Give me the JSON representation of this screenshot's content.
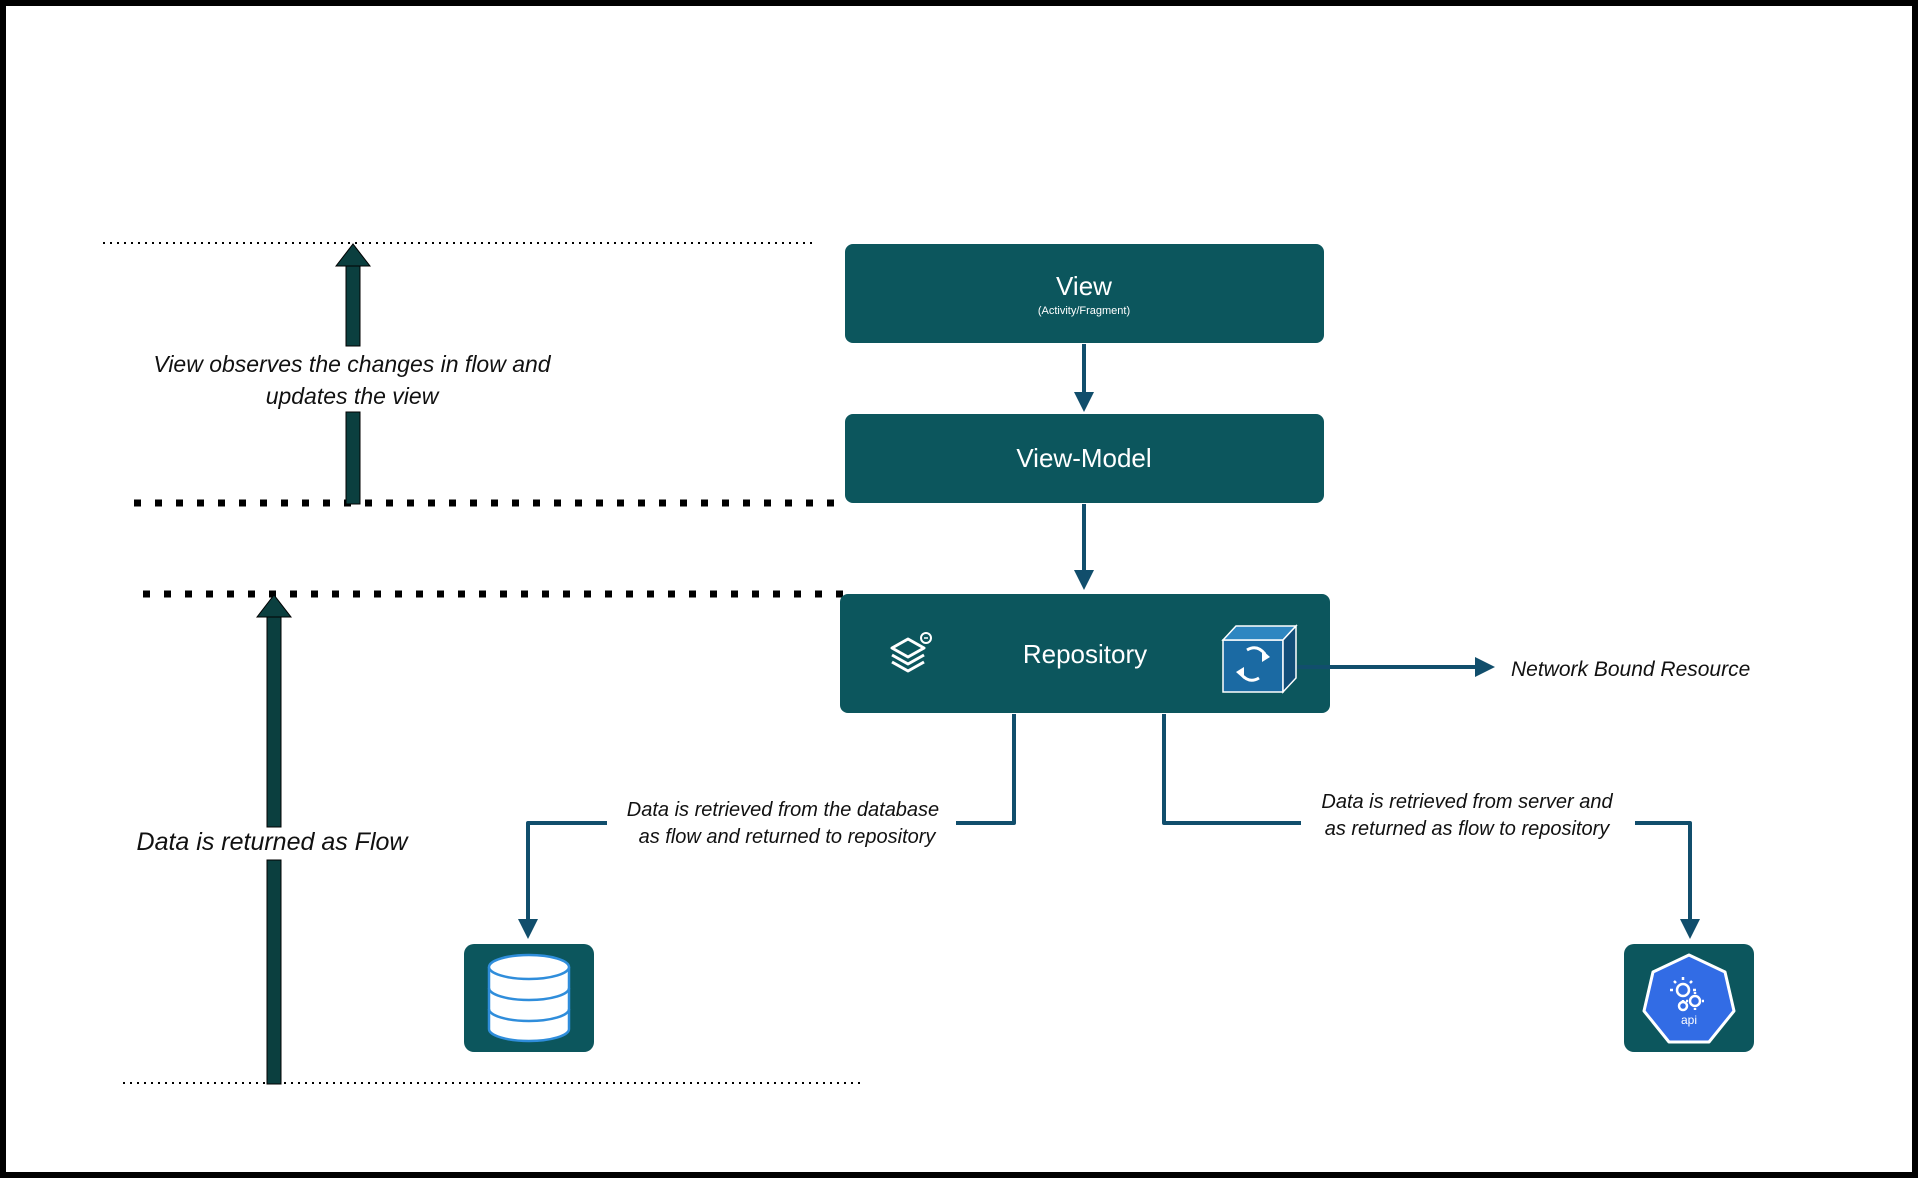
{
  "colors": {
    "box_fill": "#0c565d",
    "flow_arrow": "#0b4a4a",
    "connector": "#114e6c",
    "frame": "#000000",
    "api_badge": "#326ce5",
    "db_stroke": "#2f8ddb"
  },
  "boxes": {
    "view": {
      "title": "View",
      "subtitle": "(Activity/Fragment)"
    },
    "view_model": {
      "title": "View-Model"
    },
    "repository": {
      "title": "Repository",
      "left_icon": "stacked-layers-icon",
      "right_icon": "sync-cube-icon"
    }
  },
  "notes": {
    "view_observes": [
      "View observes the changes in flow and",
      "updates the view"
    ],
    "data_returned": "Data is returned as Flow",
    "network_bound": "Network Bound Resource",
    "from_database": [
      "Data is retrieved from the database",
      "as flow and returned to repository"
    ],
    "from_server": [
      "Data is retrieved from server and",
      "as returned as flow to repository"
    ]
  },
  "tiles": {
    "database": {
      "icon": "database-icon"
    },
    "api": {
      "icon": "kubernetes-api-icon",
      "label": "api"
    }
  }
}
